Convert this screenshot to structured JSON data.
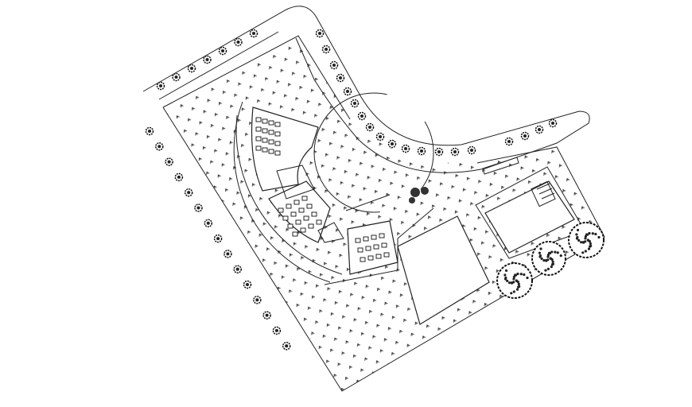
{
  "drawing": {
    "type": "architectural-site-plan",
    "line_color": "#222222",
    "background_color": "#ffffff",
    "elements": [
      "road",
      "site-boundary",
      "landscape-hatch",
      "road-trees",
      "boundary-trees",
      "curved-classroom-wing",
      "courtyard",
      "rectangular-hall",
      "service-block",
      "large-trees"
    ]
  }
}
